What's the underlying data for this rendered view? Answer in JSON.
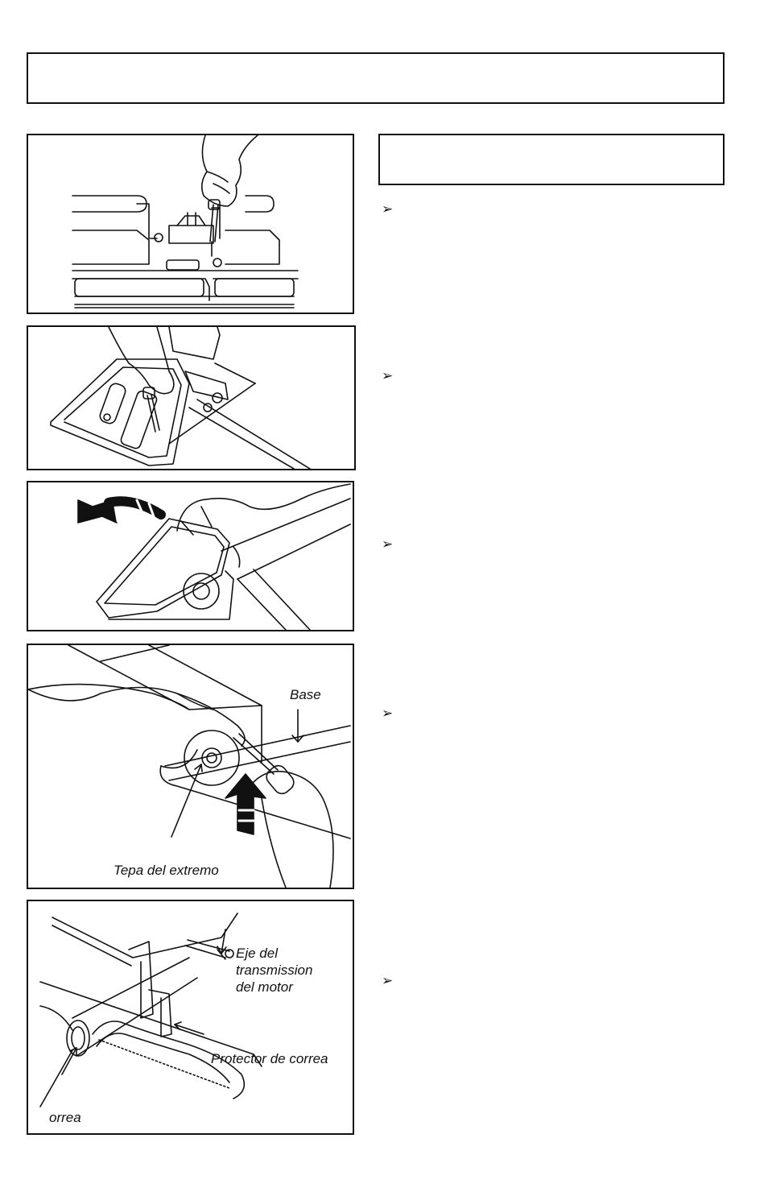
{
  "header": {
    "title": ""
  },
  "section_header": {
    "title": ""
  },
  "bullet_glyph": "➢",
  "step_bullets": 5,
  "figures": {
    "fig4": {
      "base_label": "Base",
      "end_cap_label": "Tepa del extremo"
    },
    "fig5": {
      "shaft_label_line1": "Eje del",
      "shaft_label_line2": "transmission",
      "shaft_label_line3": "del motor",
      "guard_label": "Protector de correa",
      "belt_label": "orrea"
    }
  }
}
